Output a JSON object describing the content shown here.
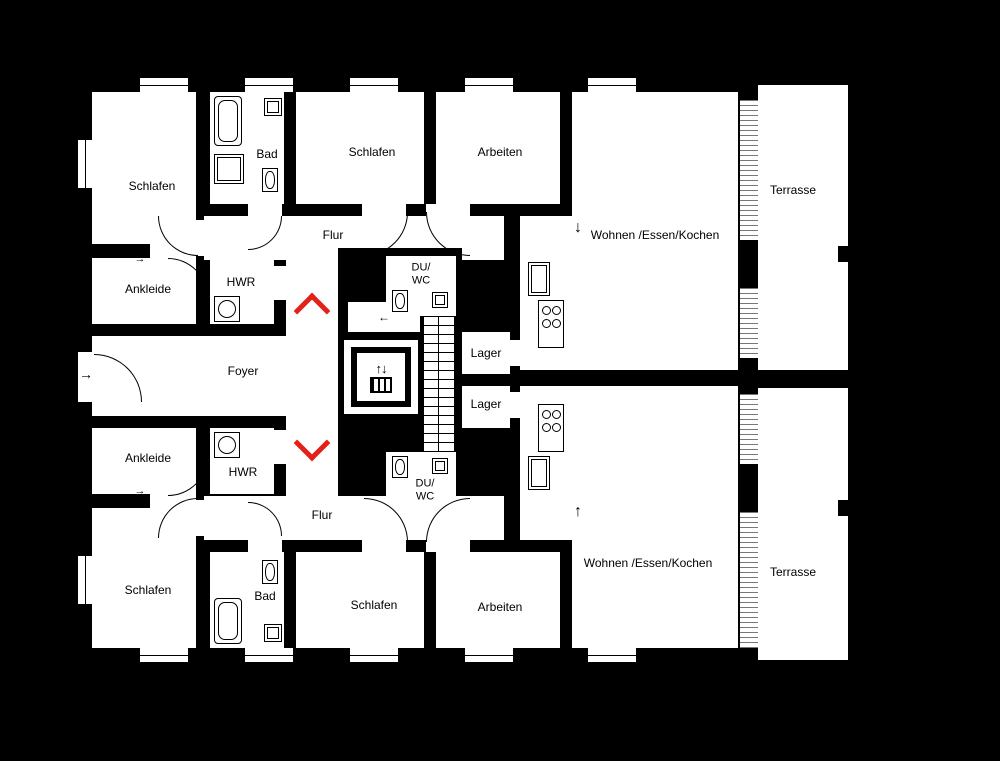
{
  "meta": {
    "type": "residential-floor-plan"
  },
  "colors": {
    "background": "#000000",
    "floor": "#ffffff",
    "wall": "#000000",
    "accent_red": "#e32119"
  },
  "labels": [
    {
      "id": "schlafen-top-left",
      "text": "Schlafen"
    },
    {
      "id": "bad-top",
      "text": "Bad"
    },
    {
      "id": "schlafen-top-middle",
      "text": "Schlafen"
    },
    {
      "id": "arbeiten-top",
      "text": "Arbeiten"
    },
    {
      "id": "wohnen-top",
      "text": "Wohnen /Essen/Kochen"
    },
    {
      "id": "terrasse-top",
      "text": "Terrasse"
    },
    {
      "id": "flur-top",
      "text": "Flur"
    },
    {
      "id": "ankleide-top",
      "text": "Ankleide"
    },
    {
      "id": "hwr-top",
      "text": "HWR"
    },
    {
      "id": "duwc-top",
      "text": "DU/\nWC"
    },
    {
      "id": "lager-top",
      "text": "Lager"
    },
    {
      "id": "foyer",
      "text": "Foyer"
    },
    {
      "id": "lager-bottom",
      "text": "Lager"
    },
    {
      "id": "ankleide-bottom",
      "text": "Ankleide"
    },
    {
      "id": "hwr-bottom",
      "text": "HWR"
    },
    {
      "id": "duwc-bottom",
      "text": "DU/\nWC"
    },
    {
      "id": "flur-bottom",
      "text": "Flur"
    },
    {
      "id": "schlafen-bottom-left",
      "text": "Schlafen"
    },
    {
      "id": "bad-bottom",
      "text": "Bad"
    },
    {
      "id": "schlafen-bottom-middle",
      "text": "Schlafen"
    },
    {
      "id": "arbeiten-bottom",
      "text": "Arbeiten"
    },
    {
      "id": "wohnen-bottom",
      "text": "Wohnen /Essen/Kochen"
    },
    {
      "id": "terrasse-bottom",
      "text": "Terrasse"
    }
  ],
  "symbols": {
    "elevator_arrows": "↑↓",
    "entry_arrow": "→",
    "door_arrow_right": "→",
    "stair_arrow_left": "←",
    "wohnen_arrow_down": "↓",
    "wohnen_arrow_up": "↑"
  }
}
